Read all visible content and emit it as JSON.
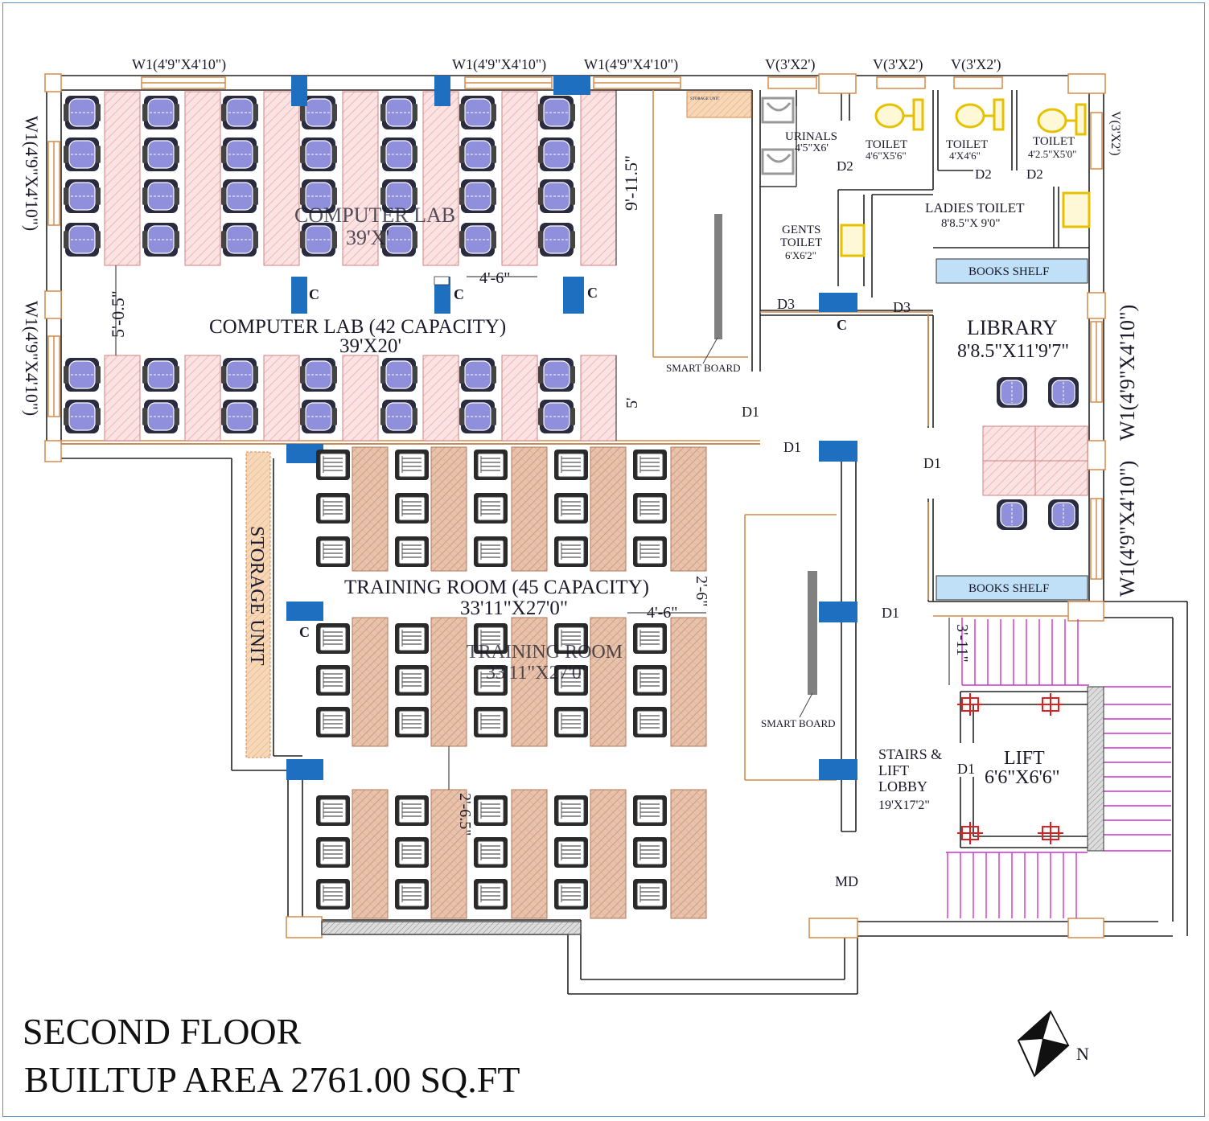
{
  "title": {
    "floor": "SECOND FLOOR",
    "area": "BUILTUP AREA 2761.00 SQ.FT"
  },
  "compass": {
    "north": "N"
  },
  "windows": {
    "w1": "W1(4'9\"X4'10\")",
    "v": "V(3'X2')"
  },
  "computer_lab": {
    "name": "COMPUTER LAB (42 CAPACITY)",
    "size": "39'X20'",
    "ghost_name": "COMPUTER LAB",
    "ghost_size": "39'X'",
    "dim_height": "9'-11.5\"",
    "dim_aisle": "5'-0.5\"",
    "dim_gap": "4'-6\"",
    "dim_row": "5'",
    "column": "C"
  },
  "storage_note": "STORAGE UNIT",
  "smart_board": "SMART BOARD",
  "urinals": {
    "name": "URINALS",
    "size": "4'5\"X6'"
  },
  "toilets": [
    {
      "name": "TOILET",
      "size": "4'6\"X5'6\""
    },
    {
      "name": "TOILET",
      "size": "4'X4'6\""
    },
    {
      "name": "TOILET",
      "size": "4'2.5\"X5'0\""
    }
  ],
  "doors": {
    "d1": "D1",
    "d2": "D2",
    "d3": "D3",
    "md": "MD"
  },
  "gents_toilet": {
    "line1": "GENTS",
    "line2": "TOILET",
    "size": "6'X6'2\""
  },
  "ladies_toilet": {
    "name": "LADIES TOILET",
    "size": "8'8.5\"X 9'0\""
  },
  "books_shelf": "BOOKS SHELF",
  "library": {
    "name": "LIBRARY",
    "size": "8'8.5\"X11'9'7\""
  },
  "storage_unit": "STORAGE UNIT",
  "training_room": {
    "name": "TRAINING ROOM (45 CAPACITY)",
    "size": "33'11\"X27'0\"",
    "ghost_name": "TRAINING ROOM",
    "ghost_size": "33'11\"X27'0\"",
    "dim_gap": "4'-6\"",
    "dim_row": "2'-6\"",
    "dim_desk": "2'-6.5\""
  },
  "lobby": {
    "line1": "STAIRS &",
    "line2": "LIFT",
    "line3": "LOBBY",
    "size": "19'X17'2\""
  },
  "lift": {
    "name": "LIFT",
    "size": "6'6\"X6'6\""
  },
  "stair_dim": "3'-11\""
}
